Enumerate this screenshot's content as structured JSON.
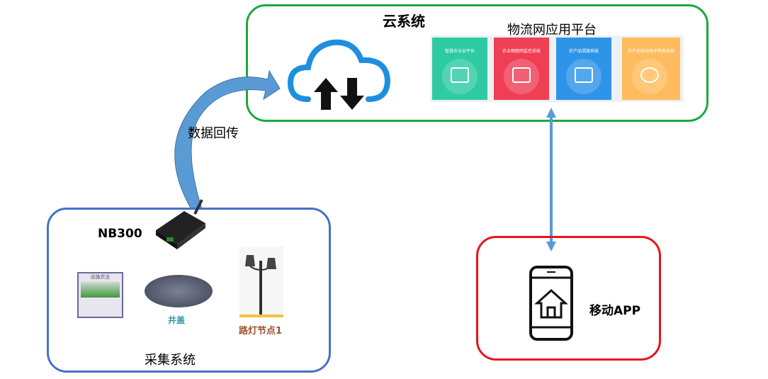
{
  "cloud_system": {
    "title": "云系统",
    "color": "#1aaa3c",
    "platform_title": "物流网应用平台",
    "tiles": [
      {
        "label": "智慧农业云平台",
        "color": "#2ecba3"
      },
      {
        "label": "农业物联网监控系统",
        "color": "#ef3f55"
      },
      {
        "label": "农产品溯源系统",
        "color": "#2e94e8"
      },
      {
        "label": "农产品移动电子商务系统",
        "color": "#ffbc5e"
      }
    ]
  },
  "data_return_label": "数据回传",
  "collection_system": {
    "title": "采集系统",
    "color": "#4472c4",
    "gateway_label": "NB300",
    "devices": [
      {
        "label": "设施农业"
      },
      {
        "label": "井盖"
      },
      {
        "label": "路灯节点1"
      }
    ]
  },
  "mobile": {
    "label": "移动APP",
    "color": "#e8141b"
  },
  "arrow_color": "#5b9bd5"
}
